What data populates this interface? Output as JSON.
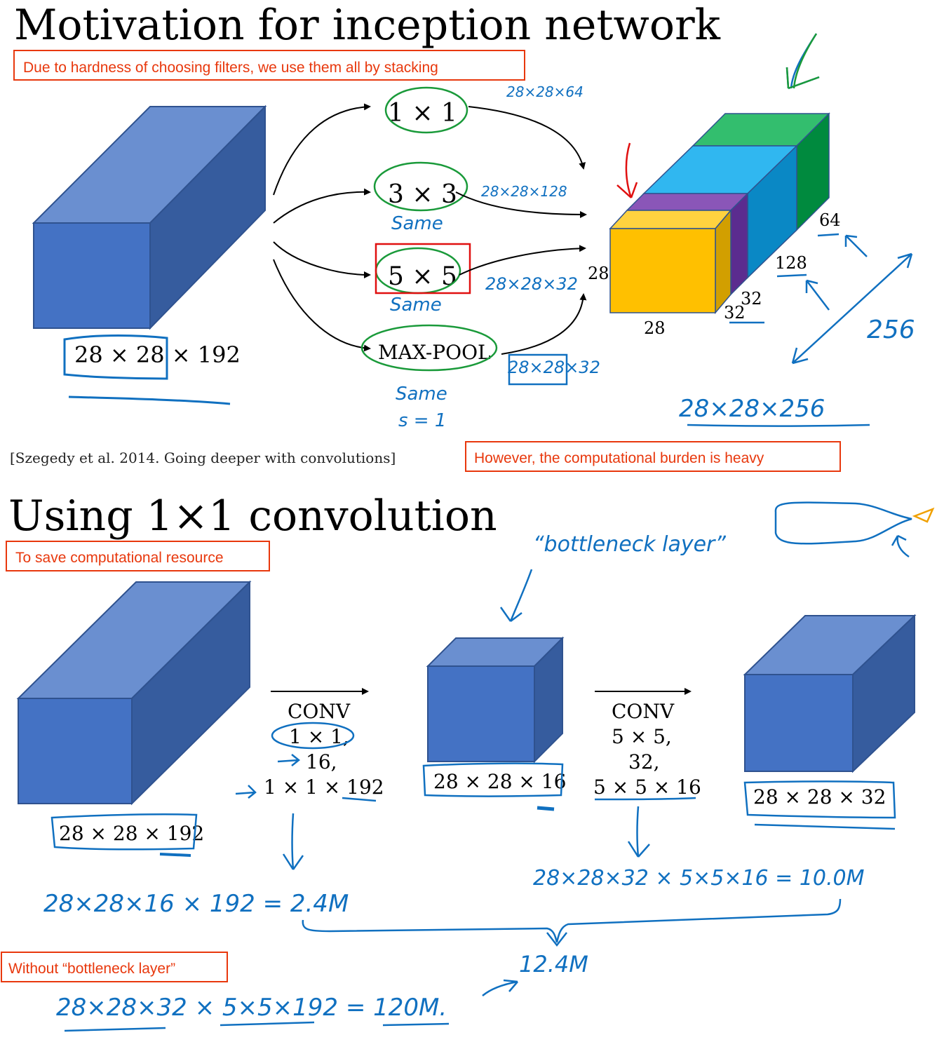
{
  "top": {
    "title": "Motivation for inception network",
    "note_top": "Due to hardness of choosing filters, we use them all by stacking",
    "input_dims": "28 × 28 × 192",
    "filters": [
      "1 × 1",
      "3 × 3",
      "5 × 5",
      "MAX-POOL"
    ],
    "same_notes": [
      "Same",
      "Same",
      "Same",
      "s = 1"
    ],
    "branch_outputs": [
      "28×28×64",
      "28×28×128",
      "28×28×32",
      "28×28×32"
    ],
    "stack_labels": {
      "height": "28",
      "width": "28",
      "purple": "32",
      "yellow": "32",
      "blue": "128",
      "green": "64"
    },
    "depth_total": "256",
    "output_dims": "28×28×256",
    "citation": "[Szegedy et al. 2014. Going deeper with convolutions]",
    "note_burden": "However, the computational burden is heavy"
  },
  "bottom": {
    "title": "Using 1×1 convolution",
    "note_save": "To save computational resource",
    "bottleneck_label": "“bottleneck layer”",
    "input_dims": "28 × 28 × 192",
    "conv1": {
      "title": "CONV",
      "kernel": "1 × 1,",
      "count": "16,",
      "shape": "1 × 1 × 192"
    },
    "middle_dims": "28 × 28 × 16",
    "conv2": {
      "title": "CONV",
      "kernel": "5 × 5,",
      "count": "32,",
      "shape": "5 × 5 × 16"
    },
    "output_dims": "28 × 28 × 32",
    "cost1": "28×28×16 × 192 = 2.4M",
    "cost2": "28×28×32 × 5×5×16 = 10.0M",
    "total": "12.4M",
    "note_without": "Without “bottleneck layer”",
    "cost_without": "28×28×32 × 5×5×192 = 120M."
  },
  "colors": {
    "box_red": "#e8380d",
    "ink_blue": "#1070c0",
    "ink_green": "#1a9a3a",
    "ink_red": "#e01010",
    "cube_front": "#4472c4",
    "cube_top": "#6a8fd0",
    "cube_side": "#365c9e",
    "yellow": "#ffc000",
    "yellow_side": "#d29f00",
    "purple": "#5b2c8f",
    "purple_top": "#8a56b8",
    "blue_light": "#30b7f0",
    "blue_side": "#0a88c5",
    "green_light": "#33be6e",
    "green_side": "#008a3e"
  }
}
